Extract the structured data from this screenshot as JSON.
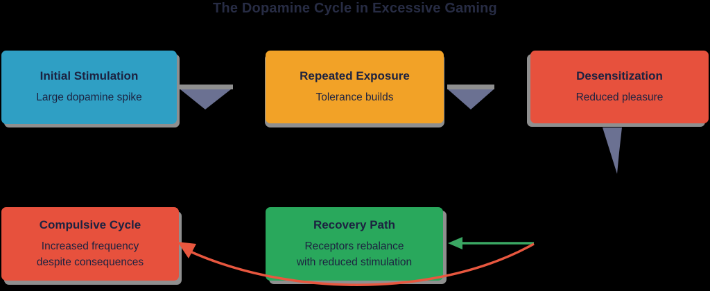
{
  "title": "The Dopamine Cycle in Excessive Gaming",
  "boxes": [
    {
      "id": "initial-stimulation",
      "title": "Initial Stimulation",
      "lines": [
        "Large dopamine spike"
      ],
      "color": "#2f9fc4"
    },
    {
      "id": "repeated-exposure",
      "title": "Repeated Exposure",
      "lines": [
        "Tolerance builds"
      ],
      "color": "#f2a227"
    },
    {
      "id": "desensitization",
      "title": "Desensitization",
      "lines": [
        "Reduced pleasure"
      ],
      "color": "#e7513d"
    },
    {
      "id": "compulsive-cycle",
      "title": "Compulsive Cycle",
      "lines": [
        "Increased frequency",
        "despite consequences"
      ],
      "color": "#e7513d"
    },
    {
      "id": "recovery-path",
      "title": "Recovery Path",
      "lines": [
        "Receptors rebalance",
        "with reduced stimulation"
      ],
      "color": "#29a85c"
    }
  ],
  "connectors": [
    {
      "id": "initial-to-repeated",
      "type": "down-arrowhead",
      "color": "#6b7192"
    },
    {
      "id": "repeated-to-desensitization",
      "type": "down-arrowhead",
      "color": "#6b7192"
    },
    {
      "id": "desensitization-down",
      "type": "down-arrowhead",
      "color": "#6b7192"
    },
    {
      "id": "into-recovery",
      "type": "left-arrow",
      "color": "#3aa763"
    },
    {
      "id": "loop-to-compulsive",
      "type": "curved-left-arrow",
      "color": "#e8573f"
    }
  ],
  "colors": {
    "background": "#000000",
    "box_text": "#1c2240",
    "title_text": "#272c44",
    "shadow": "#8f8f8f",
    "teal": "#2f9fc4",
    "orange": "#f2a227",
    "red": "#e7513d",
    "green": "#29a85c",
    "gray_purple_arrow": "#6b7192",
    "green_arrow": "#3aa763",
    "red_curve": "#e8573f"
  }
}
